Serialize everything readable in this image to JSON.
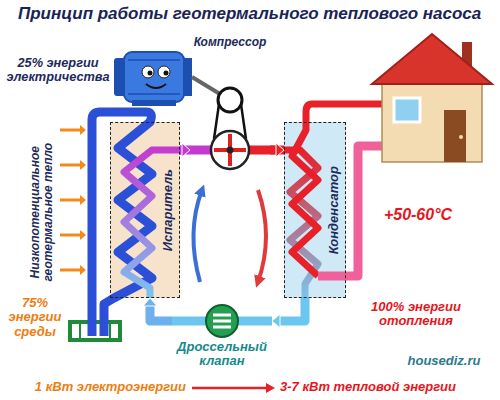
{
  "diagram": {
    "title": "Принцип работы геотермального теплового насоса",
    "nodes": [
      {
        "text": [
          "Компрессор"
        ]
      },
      {
        "text": [
          "Испаритель"
        ]
      },
      {
        "text": [
          "Конденсатор"
        ]
      },
      {
        "text": [
          "Дроссельный клапан"
        ]
      }
    ],
    "edges": [
      {
        "from": 1,
        "to": 0,
        "arrow": "to"
      },
      {
        "from": 0,
        "to": 2,
        "arrow": "to"
      },
      {
        "from": 2,
        "to": 3,
        "arrow": "to"
      },
      {
        "from": 3,
        "to": 1,
        "arrow": "to"
      }
    ],
    "labels": [
      "25% энергии электричества",
      "Низкопотенциальное геотермальное тепло",
      "+50-60°C",
      "75% энергии среды",
      "100% энергии отопления",
      "housediz.ru",
      "1 кВт электроэнергии",
      "3-7 кВт тепловой энергии"
    ]
  }
}
